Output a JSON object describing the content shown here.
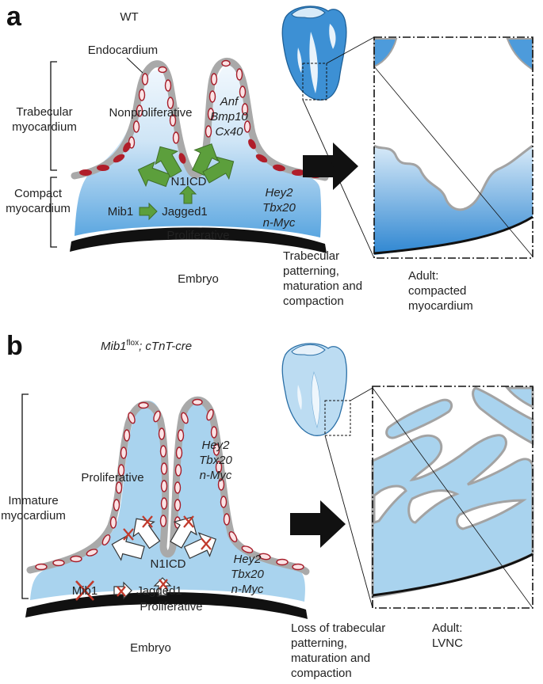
{
  "panels": [
    {
      "letter": "a",
      "genotype": "WT",
      "labels": {
        "endocardium": "Endocardium",
        "trabecular_line1": "Trabecular",
        "trabecular_line2": "myocardium",
        "nonproliferative": "Nonproliferative",
        "anf": "Anf",
        "bmp10": "Bmp10",
        "cx40": "Cx40",
        "compact_line1": "Compact",
        "compact_line2": "myocardium",
        "n1icd": "N1ICD",
        "mib1": "Mib1",
        "jagged1": "Jagged1",
        "hey2": "Hey2",
        "tbx20": "Tbx20",
        "nmyc": "n-Myc",
        "proliferative": "Proliferative",
        "embryo": "Embryo"
      },
      "caption_lines": [
        "Trabecular",
        "patterning,",
        "maturation and",
        "compaction"
      ],
      "adult_lines": [
        "Adult:",
        "compacted",
        "myocardium"
      ]
    },
    {
      "letter": "b",
      "genotype_gene": "Mib1",
      "genotype_sup": "flox",
      "genotype_rest": "; cTnT-cre",
      "labels": {
        "immature_line1": "Immature",
        "immature_line2": "myocardium",
        "proliferative_top": "Proliferative",
        "hey2_top": "Hey2",
        "tbx20_top": "Tbx20",
        "nmyc_top": "n-Myc",
        "n1icd": "N1ICD",
        "hey2": "Hey2",
        "tbx20": "Tbx20",
        "nmyc": "n-Myc",
        "mib1": "Mib1",
        "jagged1": "Jagged1",
        "proliferative": "Proliferative",
        "embryo": "Embryo"
      },
      "caption_lines": [
        "Loss of trabecular",
        "patterning,",
        "maturation and",
        "compaction"
      ],
      "adult_lines": [
        "Adult:",
        "LVNC"
      ]
    }
  ],
  "colors": {
    "wt_blue_light": "#e6f2fb",
    "wt_blue_dark": "#3a8fd6",
    "mut_blue": "#a9d3ee",
    "endocardium_gray": "#a8a8a8",
    "cell_red": "#b01e2a",
    "arrow_green": "#5c9f3c",
    "cross_red": "#c0392b",
    "black": "#111111"
  }
}
